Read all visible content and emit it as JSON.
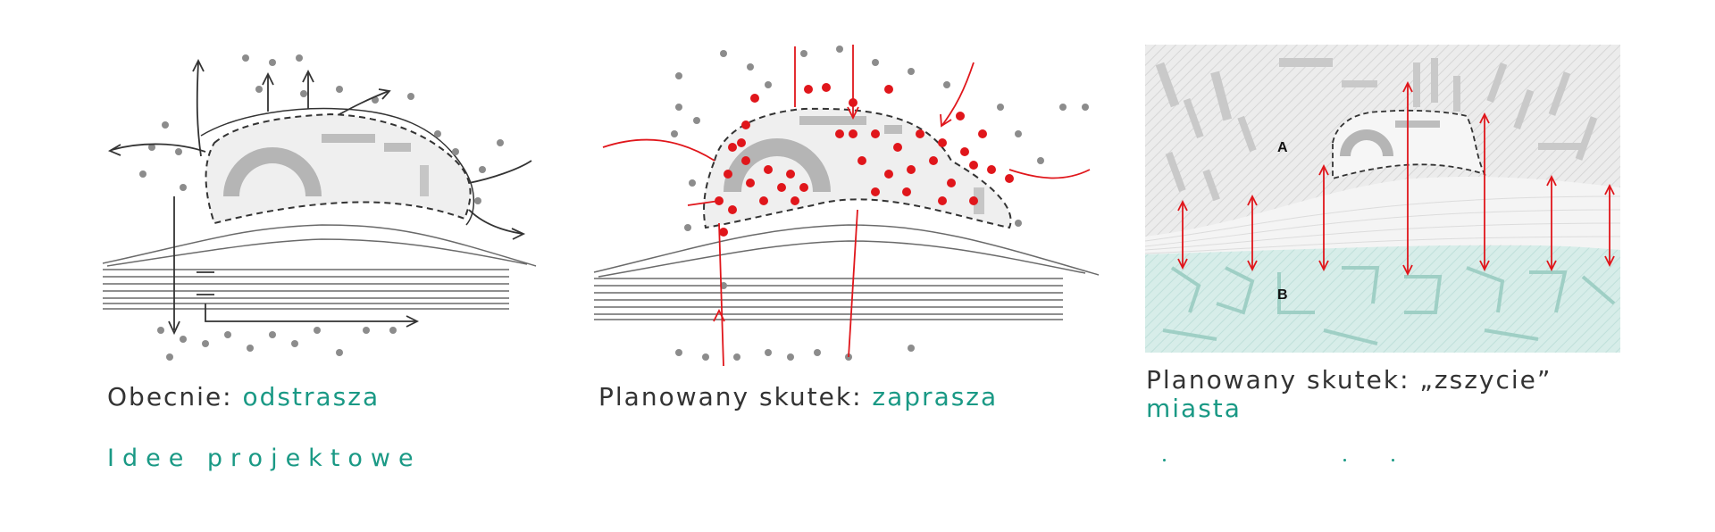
{
  "panels": [
    {
      "caption_prefix": "Obecnie: ",
      "caption_accent": "odstrasza"
    },
    {
      "caption_prefix": "Planowany skutek: ",
      "caption_accent": "zaprasza"
    },
    {
      "caption_prefix": "Planowany skutek: „zszycie”",
      "caption_accent": "miasta",
      "zone_a_label": "A",
      "zone_b_label": "B"
    }
  ],
  "section_title": "Idee projektowe",
  "colors": {
    "accent": "#1a9985",
    "arrow_red": "#e0161b",
    "dot_gray": "#8c8c8c",
    "zone_teal": "#cfe9e4"
  }
}
